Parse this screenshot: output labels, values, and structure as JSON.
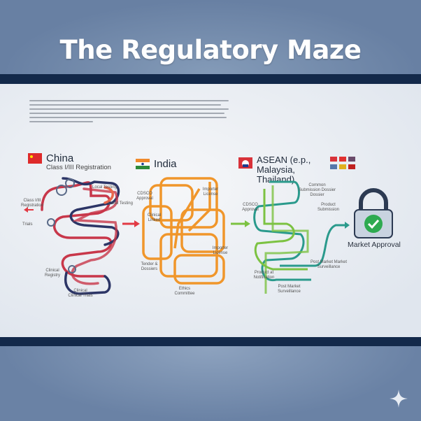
{
  "title": "The Regulatory Maze",
  "colors": {
    "header_bg": "#6f87a8",
    "stripe": "#13294a",
    "china_maze": "#c8374a",
    "china_maze_alt": "#2c3566",
    "india_maze": "#f0962b",
    "asean_maze": "#2a9a8c",
    "asean_maze_alt": "#7cc242",
    "approval_check": "#2eaa50",
    "arrow_red": "#e23a44",
    "arrow_green": "#7cc242",
    "arrow_teal": "#2a9a8c"
  },
  "china": {
    "name": "China",
    "subtitle": "Class I/III Registration",
    "flag": "china-flag",
    "labels": [
      "Local Testing",
      "Local Testing",
      "Class I/III Registration",
      "Trials",
      "Clinical Registry",
      "Clinical Clinical Trials"
    ]
  },
  "india": {
    "name": "India",
    "flag": "india-flag",
    "labels": [
      "CDSCO Approval",
      "Importer License",
      "Clinical Linked",
      "Importer License",
      "Tender & Dossiers",
      "Ethics Committee"
    ]
  },
  "asean": {
    "name": "ASEAN (e.p., Malaysia, Thailand)",
    "flag": "asean-flag",
    "labels": [
      "Common Submission Dossier Dossier",
      "CDSCO Approval",
      "Product Submission",
      "Post Market Market Surveillance",
      "Product at Notification",
      "Post Market Surveillance"
    ]
  },
  "approval": {
    "label": "Market Approval",
    "icon": "padlock-check-icon"
  }
}
